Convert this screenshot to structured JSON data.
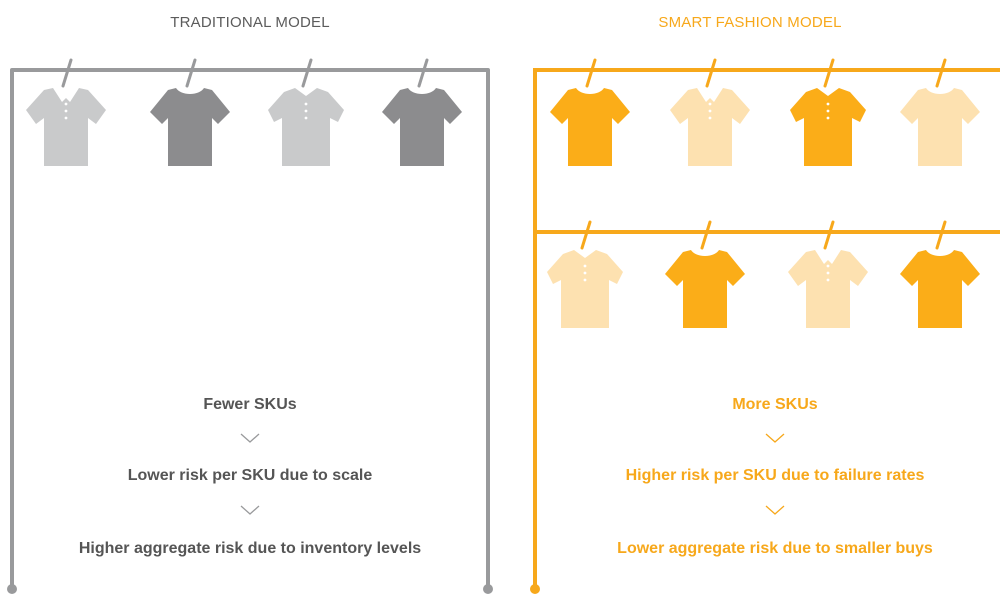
{
  "traditional": {
    "title": "TRADITIONAL MODEL",
    "color": "#999a9c",
    "garments": [
      {
        "type": "polo",
        "shade": "light"
      },
      {
        "type": "tshirt",
        "shade": "dark"
      },
      {
        "type": "shirt",
        "shade": "light"
      },
      {
        "type": "tshirt",
        "shade": "dark"
      }
    ],
    "steps": [
      "Fewer SKUs",
      "Lower risk per SKU due to scale",
      "Higher aggregate risk due to inventory levels"
    ]
  },
  "smart": {
    "title": "SMART FASHION MODEL",
    "color": "#f7a81b",
    "garments_row1": [
      {
        "type": "tshirt",
        "shade": "dark"
      },
      {
        "type": "polo",
        "shade": "light"
      },
      {
        "type": "shirt",
        "shade": "dark"
      },
      {
        "type": "tshirt",
        "shade": "light"
      }
    ],
    "garments_row2": [
      {
        "type": "shirt",
        "shade": "light"
      },
      {
        "type": "tshirt",
        "shade": "dark"
      },
      {
        "type": "polo",
        "shade": "light"
      },
      {
        "type": "tshirt",
        "shade": "dark"
      }
    ],
    "steps": [
      "More SKUs",
      "Higher risk per SKU due to failure rates",
      "Lower aggregate risk due to smaller buys"
    ]
  },
  "palette": {
    "gray_dark": "#8c8c8e",
    "gray_light": "#c9cacb",
    "orange_dark": "#fbad18",
    "orange_light": "#fde1b0"
  }
}
